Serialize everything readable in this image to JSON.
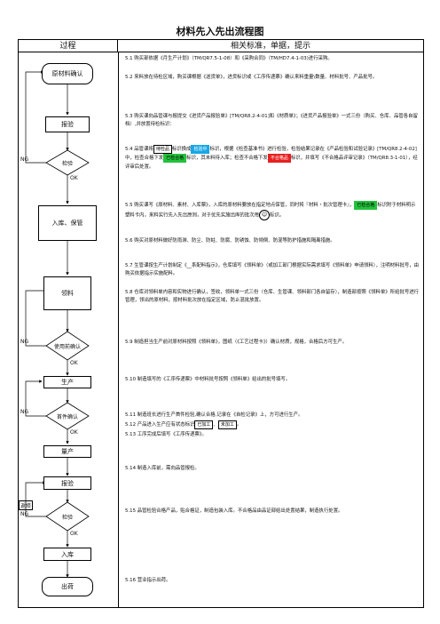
{
  "title": "材料先入先出流程图",
  "header": {
    "process": "过程",
    "standards": "相关标准，单据，提示"
  },
  "flow": {
    "n1": "原材料确认",
    "n2": "报验",
    "n3": "检验",
    "n4": "入库、保管",
    "n5": "领料",
    "n6": "使用前确认",
    "n7": "生产",
    "n8": "首件确认",
    "n9": "量产",
    "n10": "报验",
    "n11": "检验",
    "n12": "入库",
    "n13": "出荷",
    "ng": "NG",
    "ok": "OK",
    "rework": "返修"
  },
  "chips": {
    "inspected": "待检品",
    "to_inspect": "检验中",
    "passed": "已检合格",
    "failed": "不合格品",
    "passed2": "已检合格",
    "processed": "已加工",
    "unprocessed": "未加工",
    "smiley": "☺"
  },
  "steps": {
    "s5_1": "5.1 购买部依据《月生产计划》（TM/QR7.5-1-08）和《采购合同》（TM/HD7.4-1-03)进行采购。",
    "s5_2": "5.2 来料放在待检区域，购买课根据《送货单》，进货标识或《工序传递票》确认来料重量\\数量、材料批号、产品批号。",
    "s5_3": "5.3 购买课向品管课与报提交《进货产品报验单》[TM/QR8.2-4-01]和《材质单》；《进货产品报验单》一式三份（购买、仓库、品管各自留档）,并放置待检标识：",
    "s5_4a": "5.4 品管课将",
    "s5_4b": "标识换成",
    "s5_4c": "标识，根据《检查基准书》进行检验，检验结果记录在《产品检验和试验记录》[TM/QR8.2-4-02]中，检查合格下发",
    "s5_4d": "标识，其未料待入库；检查不合格下发",
    "s5_4e": "标识，并填写《不合格品评审记录》（TM/QR8.3-1-01），经评审后处置。",
    "s5_5a": "5.5 购买课写《原材料、素材、入库票》，入库的原材料要放在指定地点保管，同时将『材料・批次管理卡』，",
    "s5_5b": "标识附于材料明示塑料卡内，来料实行先入先出原则，对于优先实施出库的批次用",
    "s5_5c": "标识。",
    "s5_6": "5.6 购买对原材料做好防雨淋、防尘、防蛀、防腐、防锈蚀、防倾倒、防混等防护措施和隔离措施。",
    "s5_7": "5.7 生管课按生产计划制定《__系配料指示》，仓库填写《领料单》（或加工部门根据实际需求填写《领料单》申请领料），注明材料批号，由购买依据指示实施配料。",
    "s5_8": "5.8 仓库对领料单内容和实物进行确认，签收，领料单一式三份（仓库、生管课、领料部门各自留存），制造部按照《领料单》所给批号进行管理，领出的原材料，按材料批次放在指定区域，防止混批放置。",
    "s5_9": "5.9 制造担当生产前对原材料按照《领料单》，图纸（《工艺过程卡》）确认材质，规格，合格后方可生产。",
    "s5_10": "5.10 制造填写的《工序传递票》中材料批号按照《领料单》给出的批号填写。",
    "s5_11": "5.11 制造班长进行生产首件检验,确认合格,记录在《自检记录》上，方可进行生产。",
    "s5_12a": "5.12 产品进入生产应有状态标识",
    "s5_12b": "。",
    "s5_13": "5.13 工序完成后填写《工序传递票》。",
    "s5_14": "5.14 制造入库前，需向品管报检。",
    "s5_15": "5.15 品管检验合格产品，贴合格证，制造包装入库。不合格品由品证部给出处置结果，制造执行处置。",
    "s5_16": "5.16 营业指示出荷。"
  }
}
